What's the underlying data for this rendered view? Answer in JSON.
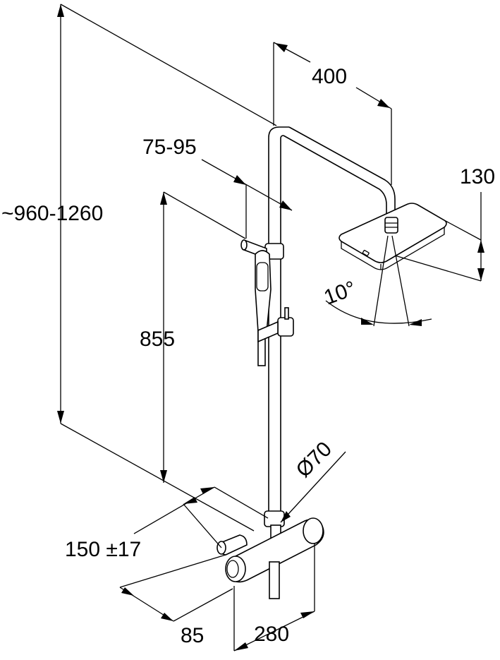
{
  "dimensions": {
    "total_height": "~960-1260",
    "head_projection": "400",
    "head_height": "130",
    "holder_range": "75-95",
    "holder_height": "855",
    "spray_angle": "10°",
    "pipe_diameter": "Ø70",
    "mixer_centres": "150 ±17",
    "wall_offset": "85",
    "mixer_width": "280"
  }
}
